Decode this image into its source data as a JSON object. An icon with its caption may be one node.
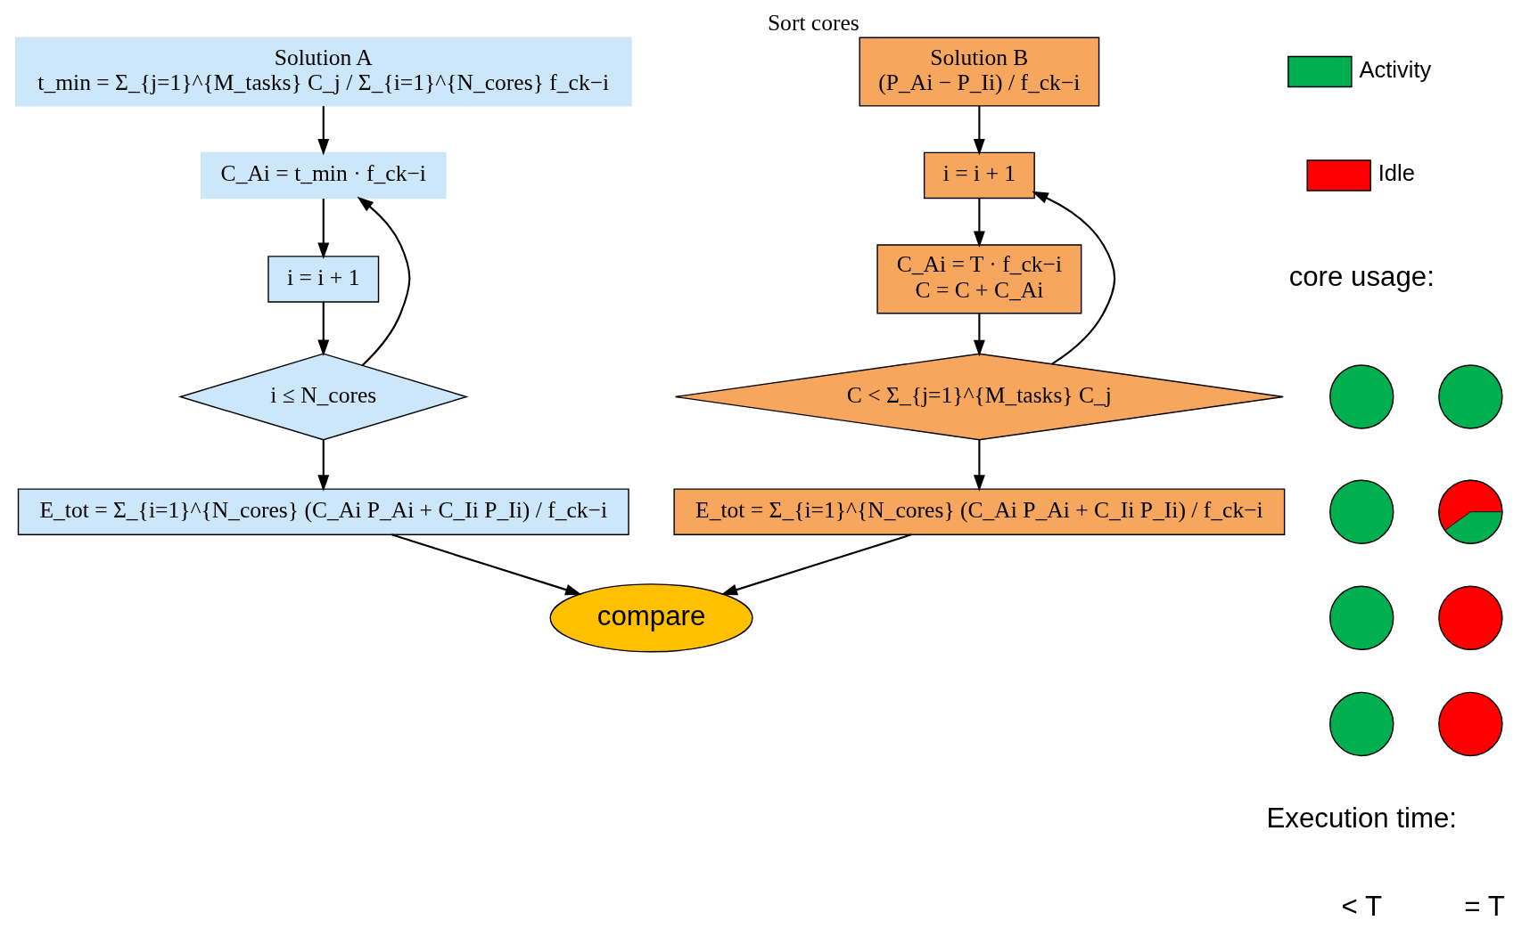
{
  "diagram": {
    "nodes": [
      {
        "text": [
          "Solution A",
          "t_min = Σ_{j=1}^{M_tasks} C_j / Σ_{i=1}^{N_cores} f_ck−i"
        ]
      },
      {
        "text": [
          "C_Ai = t_min · f_ck−i"
        ]
      },
      {
        "text": [
          "i = i + 1"
        ]
      },
      {
        "text": [
          "i ≤ N_cores"
        ]
      },
      {
        "text": [
          "E_tot = Σ_{i=1}^{N_cores} (C_Ai P_Ai + C_Ii P_Ii) / f_ck−i"
        ]
      },
      {
        "text": [
          "compare"
        ]
      },
      {
        "text": [
          "Solution B",
          "(P_Ai − P_Ii) / f_ck−i"
        ],
        "beside": [
          "Sort cores"
        ]
      },
      {
        "text": [
          "i = i + 1"
        ]
      },
      {
        "text": [
          "C_Ai = T · f_ck−i",
          "C = C + C_Ai"
        ]
      },
      {
        "text": [
          "C < Σ_{j=1}^{M_tasks} C_j"
        ]
      },
      {
        "text": [
          "E_tot = Σ_{i=1}^{N_cores} (C_Ai P_Ai + C_Ii P_Ii) / f_ck−i"
        ]
      },
      {
        "text": [],
        "shape": "circle"
      },
      {
        "text": [],
        "shape": "circle"
      },
      {
        "text": [],
        "shape": "circle"
      },
      {
        "text": [],
        "shape": "circle"
      },
      {
        "text": [],
        "shape": "circle"
      },
      {
        "text": [],
        "shape": "circle"
      },
      {
        "text": [],
        "shape": "circle"
      },
      {
        "text": [],
        "shape": "circle"
      }
    ],
    "edges": [
      {
        "from": 0,
        "to": 1,
        "arrow": "to"
      },
      {
        "from": 1,
        "to": 2,
        "arrow": "to"
      },
      {
        "from": 2,
        "to": 3,
        "arrow": "to"
      },
      {
        "from": 3,
        "to": 1,
        "arrow": "to"
      },
      {
        "from": 3,
        "to": 4,
        "arrow": "to"
      },
      {
        "from": 4,
        "to": 5,
        "arrow": "to"
      },
      {
        "from": 6,
        "to": 7,
        "arrow": "to"
      },
      {
        "from": 7,
        "to": 8,
        "arrow": "to"
      },
      {
        "from": 8,
        "to": 9,
        "arrow": "to"
      },
      {
        "from": 9,
        "to": 7,
        "arrow": "to"
      },
      {
        "from": 9,
        "to": 10,
        "arrow": "to"
      },
      {
        "from": 10,
        "to": 5,
        "arrow": "to"
      }
    ],
    "labels": [
      "core usage:",
      "Execution time:",
      "< T",
      "= T"
    ],
    "legend": [
      {
        "text": "Activity",
        "color": "#00b050"
      },
      {
        "text": "Idle",
        "color": "#ff0000"
      }
    ]
  }
}
